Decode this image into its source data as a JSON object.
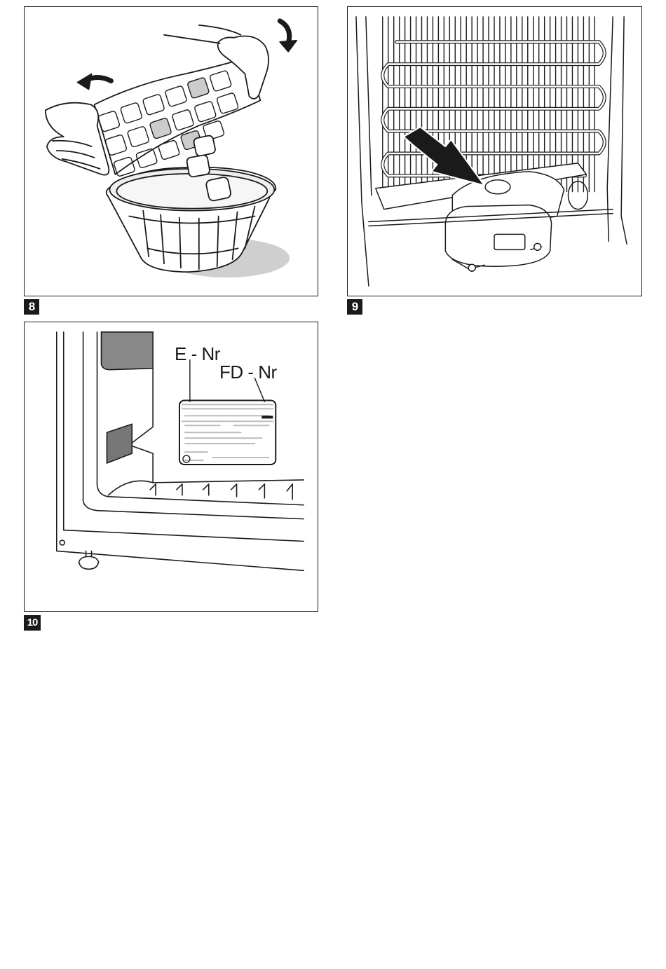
{
  "figures": [
    {
      "number": "8"
    },
    {
      "number": "9"
    },
    {
      "number": "10",
      "labels": {
        "e_nr": "E - Nr",
        "fd_nr": "FD - Nr"
      }
    }
  ]
}
